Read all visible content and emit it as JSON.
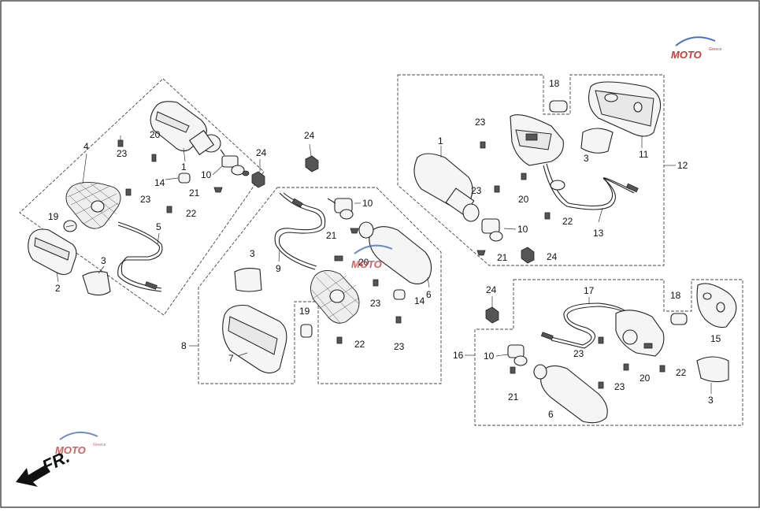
{
  "diagram": {
    "direction_label": "FR.",
    "watermark_text": "MOTO",
    "watermark_sub": "Greece",
    "part_numbers": {
      "n1a": "1",
      "n1b": "1",
      "n2": "2",
      "n3a": "3",
      "n3b": "3",
      "n3c": "3",
      "n3d": "3",
      "n4": "4",
      "n5": "5",
      "n6a": "6",
      "n6b": "6",
      "n7": "7",
      "n8": "8",
      "n9": "9",
      "n10a": "10",
      "n10b": "10",
      "n10c": "10",
      "n10d": "10",
      "n11": "11",
      "n12": "12",
      "n13": "13",
      "n14a": "14",
      "n14b": "14",
      "n15": "15",
      "n16": "16",
      "n17": "17",
      "n18a": "18",
      "n18b": "18",
      "n19a": "19",
      "n19b": "19",
      "n20a": "20",
      "n20b": "20",
      "n20c": "20",
      "n20d": "20",
      "n21a": "21",
      "n21b": "21",
      "n21c": "21",
      "n21d": "21",
      "n22a": "22",
      "n22b": "22",
      "n22c": "22",
      "n22d": "22",
      "n23a": "23",
      "n23b": "23",
      "n23c": "23",
      "n23d": "23",
      "n23e": "23",
      "n23f": "23",
      "n23g": "23",
      "n24a": "24",
      "n24b": "24",
      "n24c": "24",
      "n24d": "24"
    },
    "colors": {
      "line": "#222222",
      "watermark": "#c93a3a",
      "watermark_blue": "#4a6fc2"
    }
  }
}
